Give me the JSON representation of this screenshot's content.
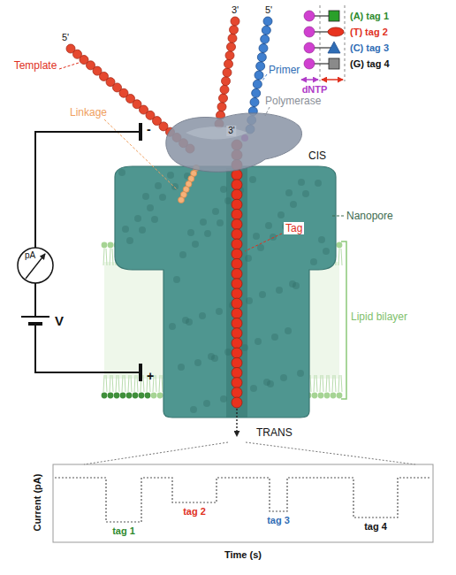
{
  "diagram": {
    "labels": [
      "5'",
      "Template",
      "3'",
      "5'",
      "Primer",
      "Linkage",
      "Polymerase",
      "3'",
      "CIS",
      "Tag",
      "Nanopore",
      "Lipid bilayer",
      "TRANS",
      "pA",
      "V",
      "-",
      "+",
      "dNTP",
      "tag 1",
      "tag 2",
      "tag 3",
      "tag 4",
      "Current (pA)",
      "Time (s)"
    ],
    "legend": [
      {
        "text": "(A) tag 1"
      },
      {
        "text": "(T) tag 2"
      },
      {
        "text": "(C) tag 3"
      },
      {
        "text": "(G) tag 4"
      }
    ]
  }
}
